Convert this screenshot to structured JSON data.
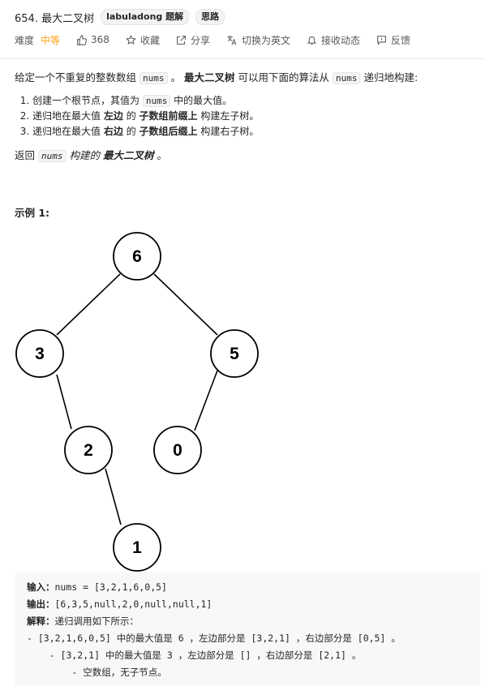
{
  "header": {
    "title": "654. 最大二叉树",
    "tags": [
      "labuladong 题解",
      "思路"
    ]
  },
  "meta": {
    "difficulty_label": "难度",
    "difficulty_value": "中等",
    "likes": "368",
    "favorite": "收藏",
    "share": "分享",
    "switch_lang": "切换为英文",
    "notify": "接收动态",
    "feedback": "反馈",
    "accent_color": "#ffa116"
  },
  "problem": {
    "intro_a": "给定一个不重复的整数数组",
    "nums": "nums",
    "intro_b": "。",
    "intro_bold": "最大二叉树",
    "intro_c": "可以用下面的算法从",
    "intro_d": "递归地构建:",
    "steps": [
      {
        "a": "创建一个根节点，其值为",
        "code": "nums",
        "b": "中的最大值。"
      },
      {
        "a": "递归地在最大值",
        "bold1": "左边",
        "mid": "的",
        "bold2": "子数组前缀上",
        "b": "构建左子树。"
      },
      {
        "a": "递归地在最大值",
        "bold1": "右边",
        "mid": "的",
        "bold2": "子数组后缀上",
        "b": "构建右子树。"
      }
    ],
    "return_a": "返回",
    "return_b": "构建的",
    "return_bold": "最大二叉树",
    "return_c": "。"
  },
  "example": {
    "title": "示例 1:",
    "tree_nodes": [
      "6",
      "3",
      "5",
      "2",
      "0",
      "1"
    ],
    "input_label": "输入：",
    "input_value": "nums = [3,2,1,6,0,5]",
    "output_label": "输出：",
    "output_value": "[6,3,5,null,2,0,null,null,1]",
    "explain_label": "解释：",
    "explain_value": "递归调用如下所示：",
    "lines": [
      "- [3,2,1,6,0,5] 中的最大值是 6 ，左边部分是 [3,2,1] ，右边部分是 [0,5] 。",
      "    - [3,2,1] 中的最大值是 3 ，左边部分是 [] ，右边部分是 [2,1] 。",
      "        - 空数组，无子节点。"
    ]
  }
}
